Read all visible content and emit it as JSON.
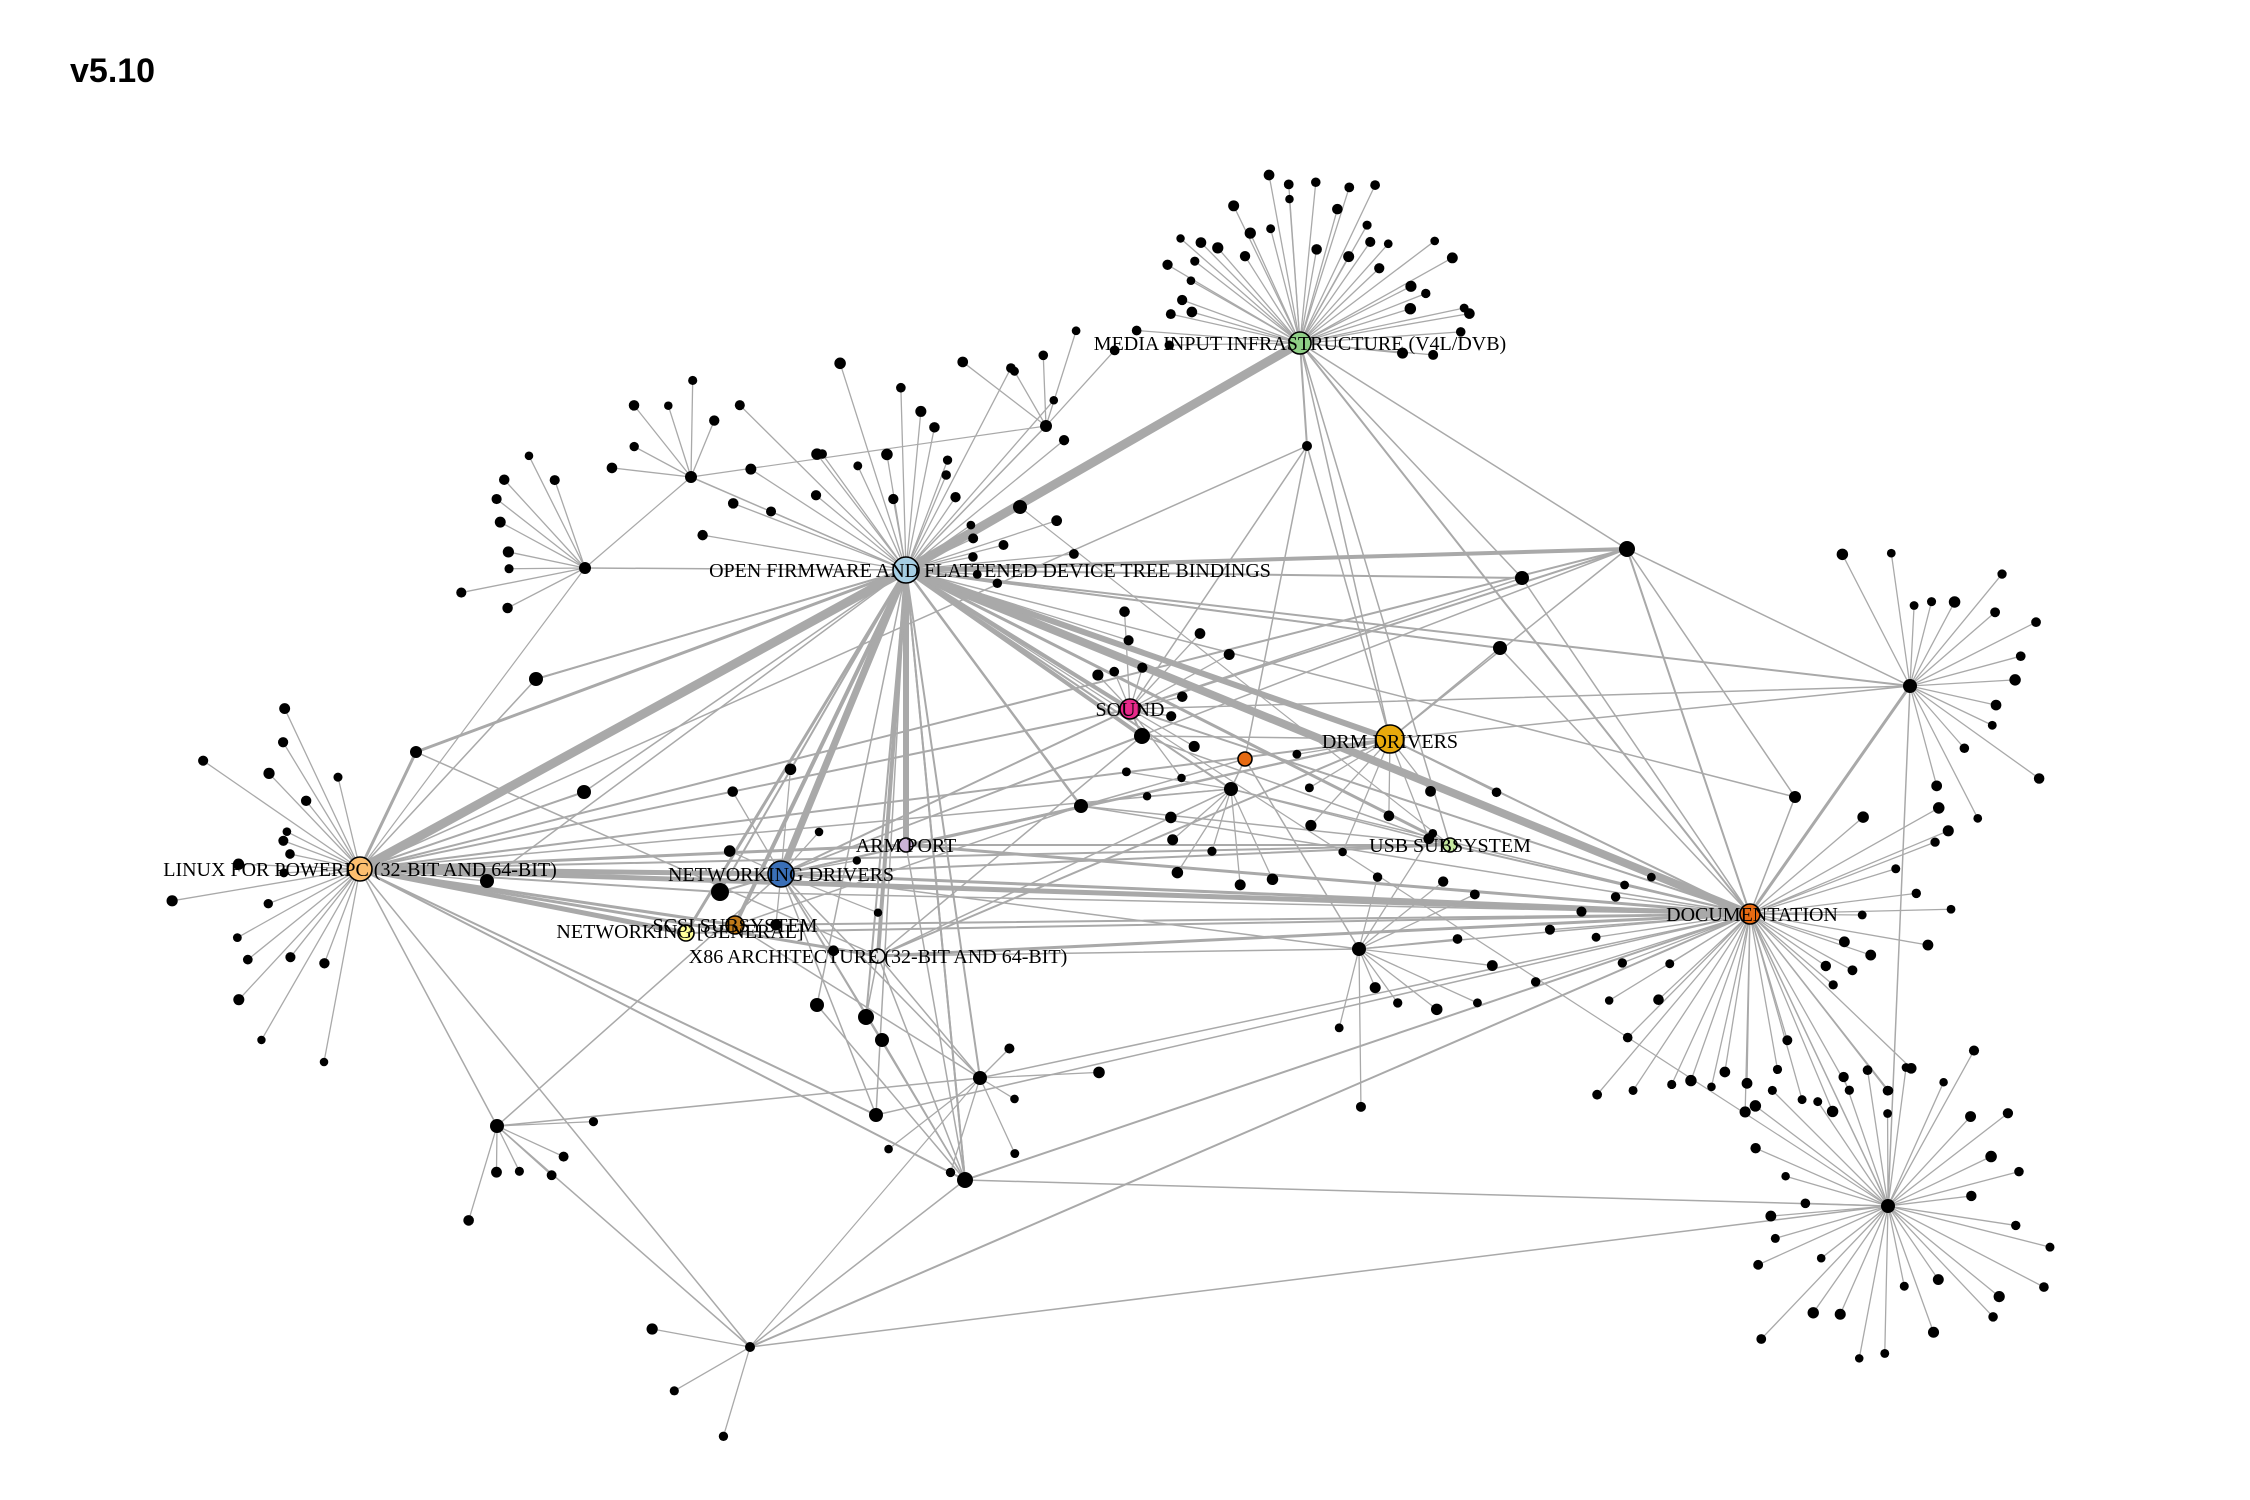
{
  "title": "v5.10",
  "hubs": [
    {
      "id": "dt",
      "label": "OPEN FIRMWARE AND FLATTENED DEVICE TREE BINDINGS",
      "color": "#a6cee3"
    },
    {
      "id": "media",
      "label": "MEDIA INPUT INFRASTRUCTURE (V4L/DVB)",
      "color": "#8fcf86"
    },
    {
      "id": "ppc",
      "label": "LINUX FOR POWERPC (32-BIT AND 64-BIT)",
      "color": "#fdbf6f"
    },
    {
      "id": "doc",
      "label": "DOCUMENTATION",
      "color": "#e66a12"
    },
    {
      "id": "drm",
      "label": "DRM DRIVERS",
      "color": "#e8a90c"
    },
    {
      "id": "sound",
      "label": "SOUND",
      "color": "#e7298a"
    },
    {
      "id": "net",
      "label": "NETWORKING DRIVERS",
      "color": "#3a6fb7"
    },
    {
      "id": "arm",
      "label": "ARM PORT",
      "color": "#cab2d6"
    },
    {
      "id": "usb",
      "label": "USB SUBSYSTEM",
      "color": "#c7e9a0"
    },
    {
      "id": "scsi",
      "label": "SCSI SUBSYSTEM",
      "color": "#c07a1a"
    },
    {
      "id": "netgen",
      "label": "NETWORKING [GENERAL]",
      "color": "#ffff99"
    },
    {
      "id": "x86",
      "label": "X86 ARCHITECTURE (32-BIT AND 64-BIT)",
      "color": "#e6e6e6"
    },
    {
      "id": "o1",
      "label": "",
      "color": "#e66a12"
    }
  ]
}
